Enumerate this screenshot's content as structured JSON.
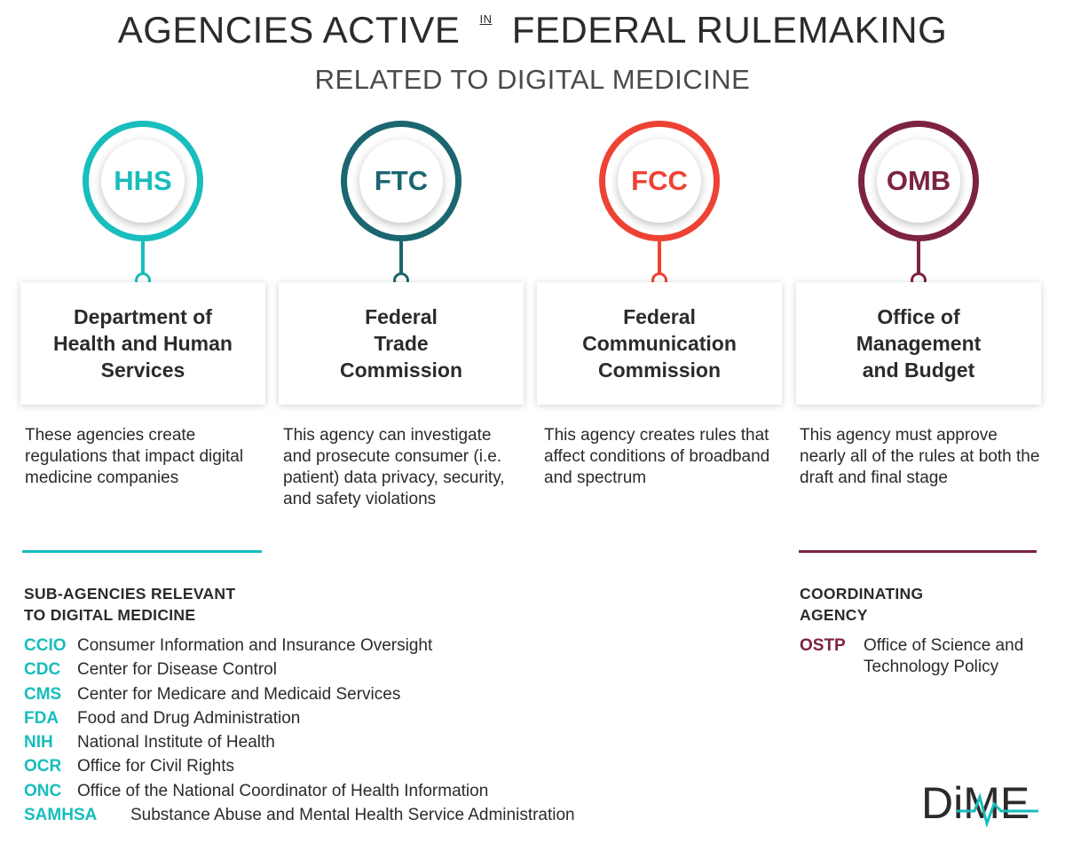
{
  "title": {
    "part1": "AGENCIES ACTIVE",
    "connector": "IN",
    "part2": "FEDERAL RULEMAKING",
    "subtitle": "RELATED TO DIGITAL MEDICINE"
  },
  "colors": {
    "hhs": "#18bdbd",
    "ftc": "#1b6670",
    "fcc": "#ee4234",
    "omb": "#7c2340"
  },
  "agencies": [
    {
      "abbr": "HHS",
      "name_lines": [
        "Department of",
        "Health and Human",
        "Services"
      ],
      "description": "These agencies create regulations that impact digital medicine companies"
    },
    {
      "abbr": "FTC",
      "name_lines": [
        "Federal",
        "Trade",
        "Commission"
      ],
      "description": "This agency can investigate and prosecute consumer (i.e. patient) data privacy, security, and safety violations"
    },
    {
      "abbr": "FCC",
      "name_lines": [
        "Federal",
        "Communication",
        "Commission"
      ],
      "description": "This agency creates rules that affect conditions of broadband and spectrum"
    },
    {
      "abbr": "OMB",
      "name_lines": [
        "Office of",
        "Management",
        "and Budget"
      ],
      "description": "This agency must approve nearly all of the rules at both the draft and final stage"
    }
  ],
  "sub_agencies": {
    "heading_line1": "SUB-AGENCIES RELEVANT",
    "heading_line2": "TO DIGITAL MEDICINE",
    "items": [
      {
        "abbr": "CCIO",
        "name": "Consumer Information and Insurance Oversight"
      },
      {
        "abbr": "CDC",
        "name": "Center for Disease Control"
      },
      {
        "abbr": "CMS",
        "name": "Center for Medicare and Medicaid Services"
      },
      {
        "abbr": "FDA",
        "name": "Food and Drug Administration"
      },
      {
        "abbr": "NIH",
        "name": "National Institute of Health"
      },
      {
        "abbr": "OCR",
        "name": "Office for Civil Rights"
      },
      {
        "abbr": "ONC",
        "name": "Office of the National Coordinator of Health Information"
      },
      {
        "abbr": "SAMHSA",
        "name": "Substance Abuse and Mental Health Service Administration"
      }
    ]
  },
  "coordinating": {
    "heading_line1": "COORDINATING",
    "heading_line2": "AGENCY",
    "abbr": "OSTP",
    "name": "Office of Science and Technology Policy"
  },
  "logo": {
    "text": "DiME"
  }
}
